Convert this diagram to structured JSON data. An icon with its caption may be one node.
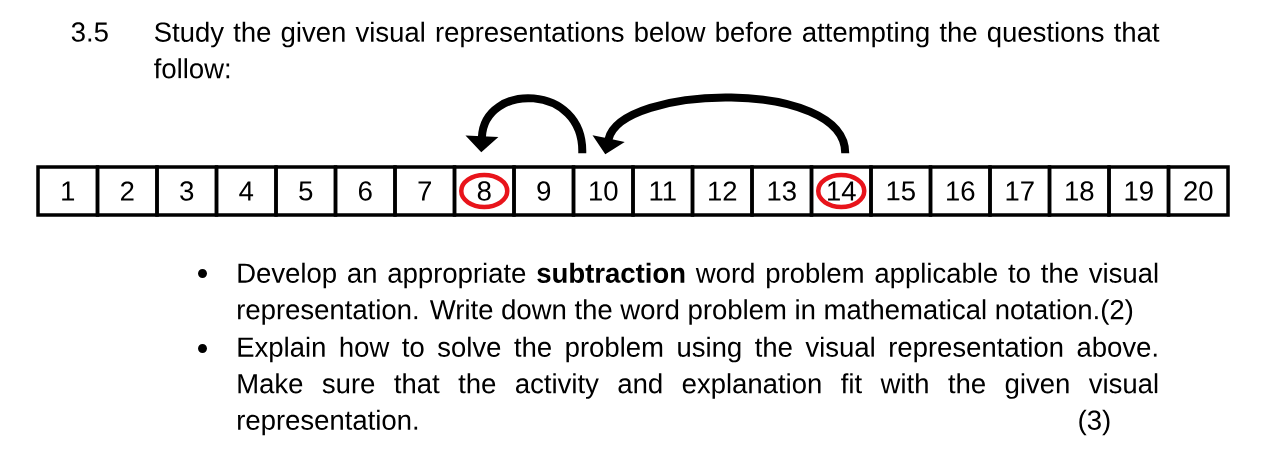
{
  "diagram": {
    "nodes": [
      {
        "text": [
          "1"
        ]
      },
      {
        "text": [
          "2"
        ]
      },
      {
        "text": [
          "3"
        ]
      },
      {
        "text": [
          "4"
        ]
      },
      {
        "text": [
          "5"
        ]
      },
      {
        "text": [
          "6"
        ]
      },
      {
        "text": [
          "7"
        ]
      },
      {
        "text": [],
        "shape": "box"
      },
      {
        "text": [
          "8"
        ],
        "in": 7
      },
      {
        "text": [
          "9"
        ]
      },
      {
        "text": [
          "10"
        ]
      },
      {
        "text": [
          "11"
        ]
      },
      {
        "text": [
          "12"
        ]
      },
      {
        "text": [
          "13"
        ]
      },
      {
        "text": [],
        "shape": "box"
      },
      {
        "text": [
          "14"
        ],
        "in": 14
      },
      {
        "text": [
          "15"
        ]
      },
      {
        "text": [
          "16"
        ]
      },
      {
        "text": [
          "17"
        ]
      },
      {
        "text": [
          "18"
        ]
      },
      {
        "text": [
          "19"
        ]
      },
      {
        "text": [
          "20"
        ]
      }
    ],
    "edges": [
      {
        "from": 14,
        "to": 10,
        "arrow": "to"
      },
      {
        "from": 10,
        "to": 7,
        "arrow": "to"
      }
    ],
    "labels": [
      "3.5",
      "Study the given visual representations below before attempting the questions that follow:",
      "Develop an appropriate **subtraction** word problem applicable to the visual representation. Write down the word problem in mathematical notation.(2)",
      "Explain how to solve the problem using the visual representation above. Make sure that the activity and explanation fit with the given visual representation. (3)"
    ]
  }
}
